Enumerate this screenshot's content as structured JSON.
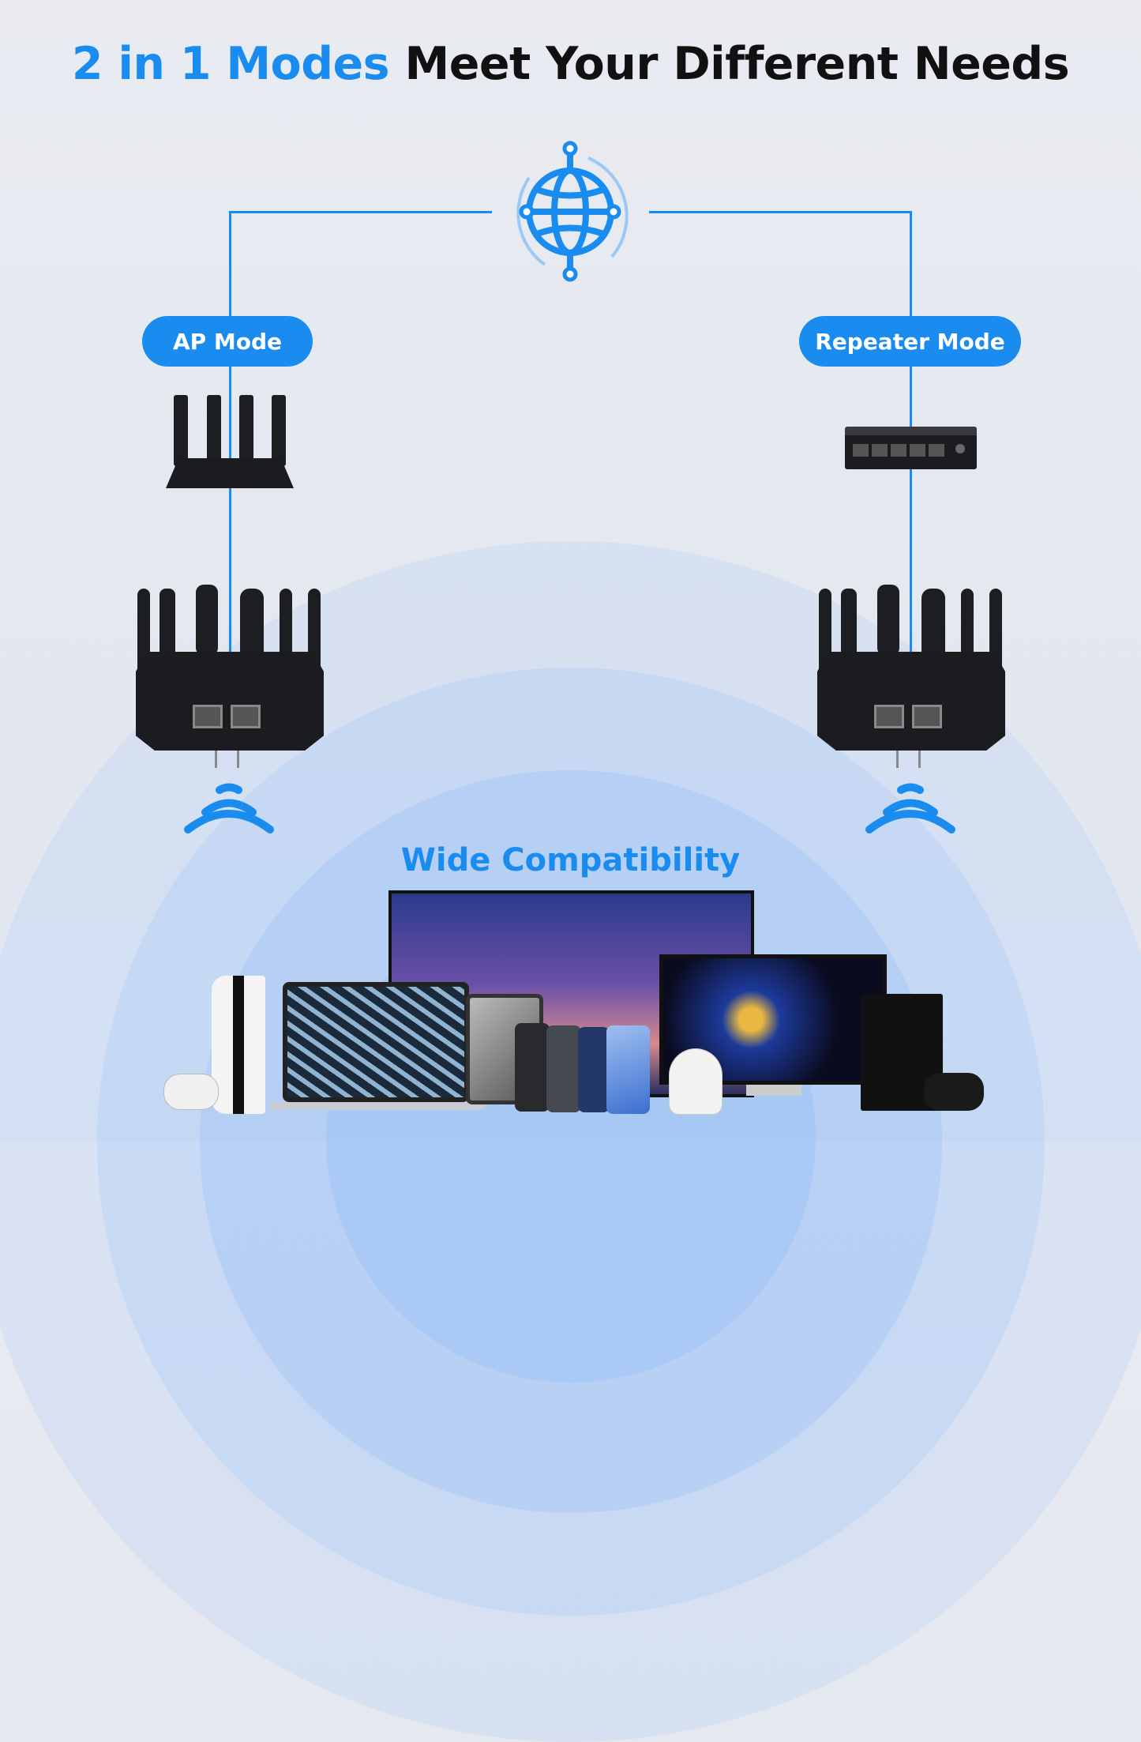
{
  "title": {
    "highlight": "2 in 1 Modes",
    "rest": "Meet Your Different Needs"
  },
  "modes": [
    {
      "label": "AP Mode"
    },
    {
      "label": "Repeater Mode"
    }
  ],
  "compatibility": {
    "label": "Wide Compatibility"
  },
  "colors": {
    "accent": "#1a8cf0",
    "background": "#e6e9f0",
    "device": "#1b1c1f"
  },
  "icons": [
    "globe-network-icon",
    "wifi-signal-icon"
  ]
}
